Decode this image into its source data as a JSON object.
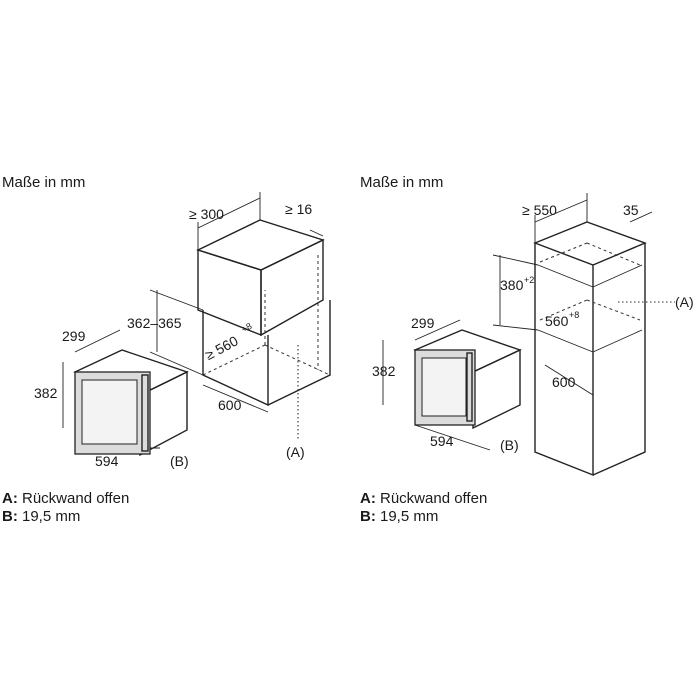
{
  "left": {
    "title": "Maße in mm",
    "dims": {
      "cab_depth": "≥ 300",
      "cab_gap": "≥ 16",
      "niche_height": "362–365",
      "niche_depth": "≥ 560",
      "niche_depth_sup": "+8",
      "niche_width": "600",
      "dev_depth": "299",
      "dev_height": "382",
      "dev_width": "594",
      "label_b": "(B)",
      "label_a": "(A)"
    },
    "legend": {
      "a_key": "A:",
      "a_text": " Rückwand offen",
      "b_key": "B:",
      "b_text": " 19,5 mm"
    }
  },
  "right": {
    "title": "Maße in mm",
    "dims": {
      "cab_depth": "≥ 550",
      "cab_gap": "35",
      "niche_height": "380",
      "niche_height_sup": "+2",
      "niche_depth": "560",
      "niche_depth_sup": "+8",
      "niche_width": "600",
      "dev_depth": "299",
      "dev_height": "382",
      "dev_width": "594",
      "label_b": "(B)",
      "label_a": "(A)"
    },
    "legend": {
      "a_key": "A:",
      "a_text": " Rückwand offen",
      "b_key": "B:",
      "b_text": " 19,5 mm"
    }
  }
}
